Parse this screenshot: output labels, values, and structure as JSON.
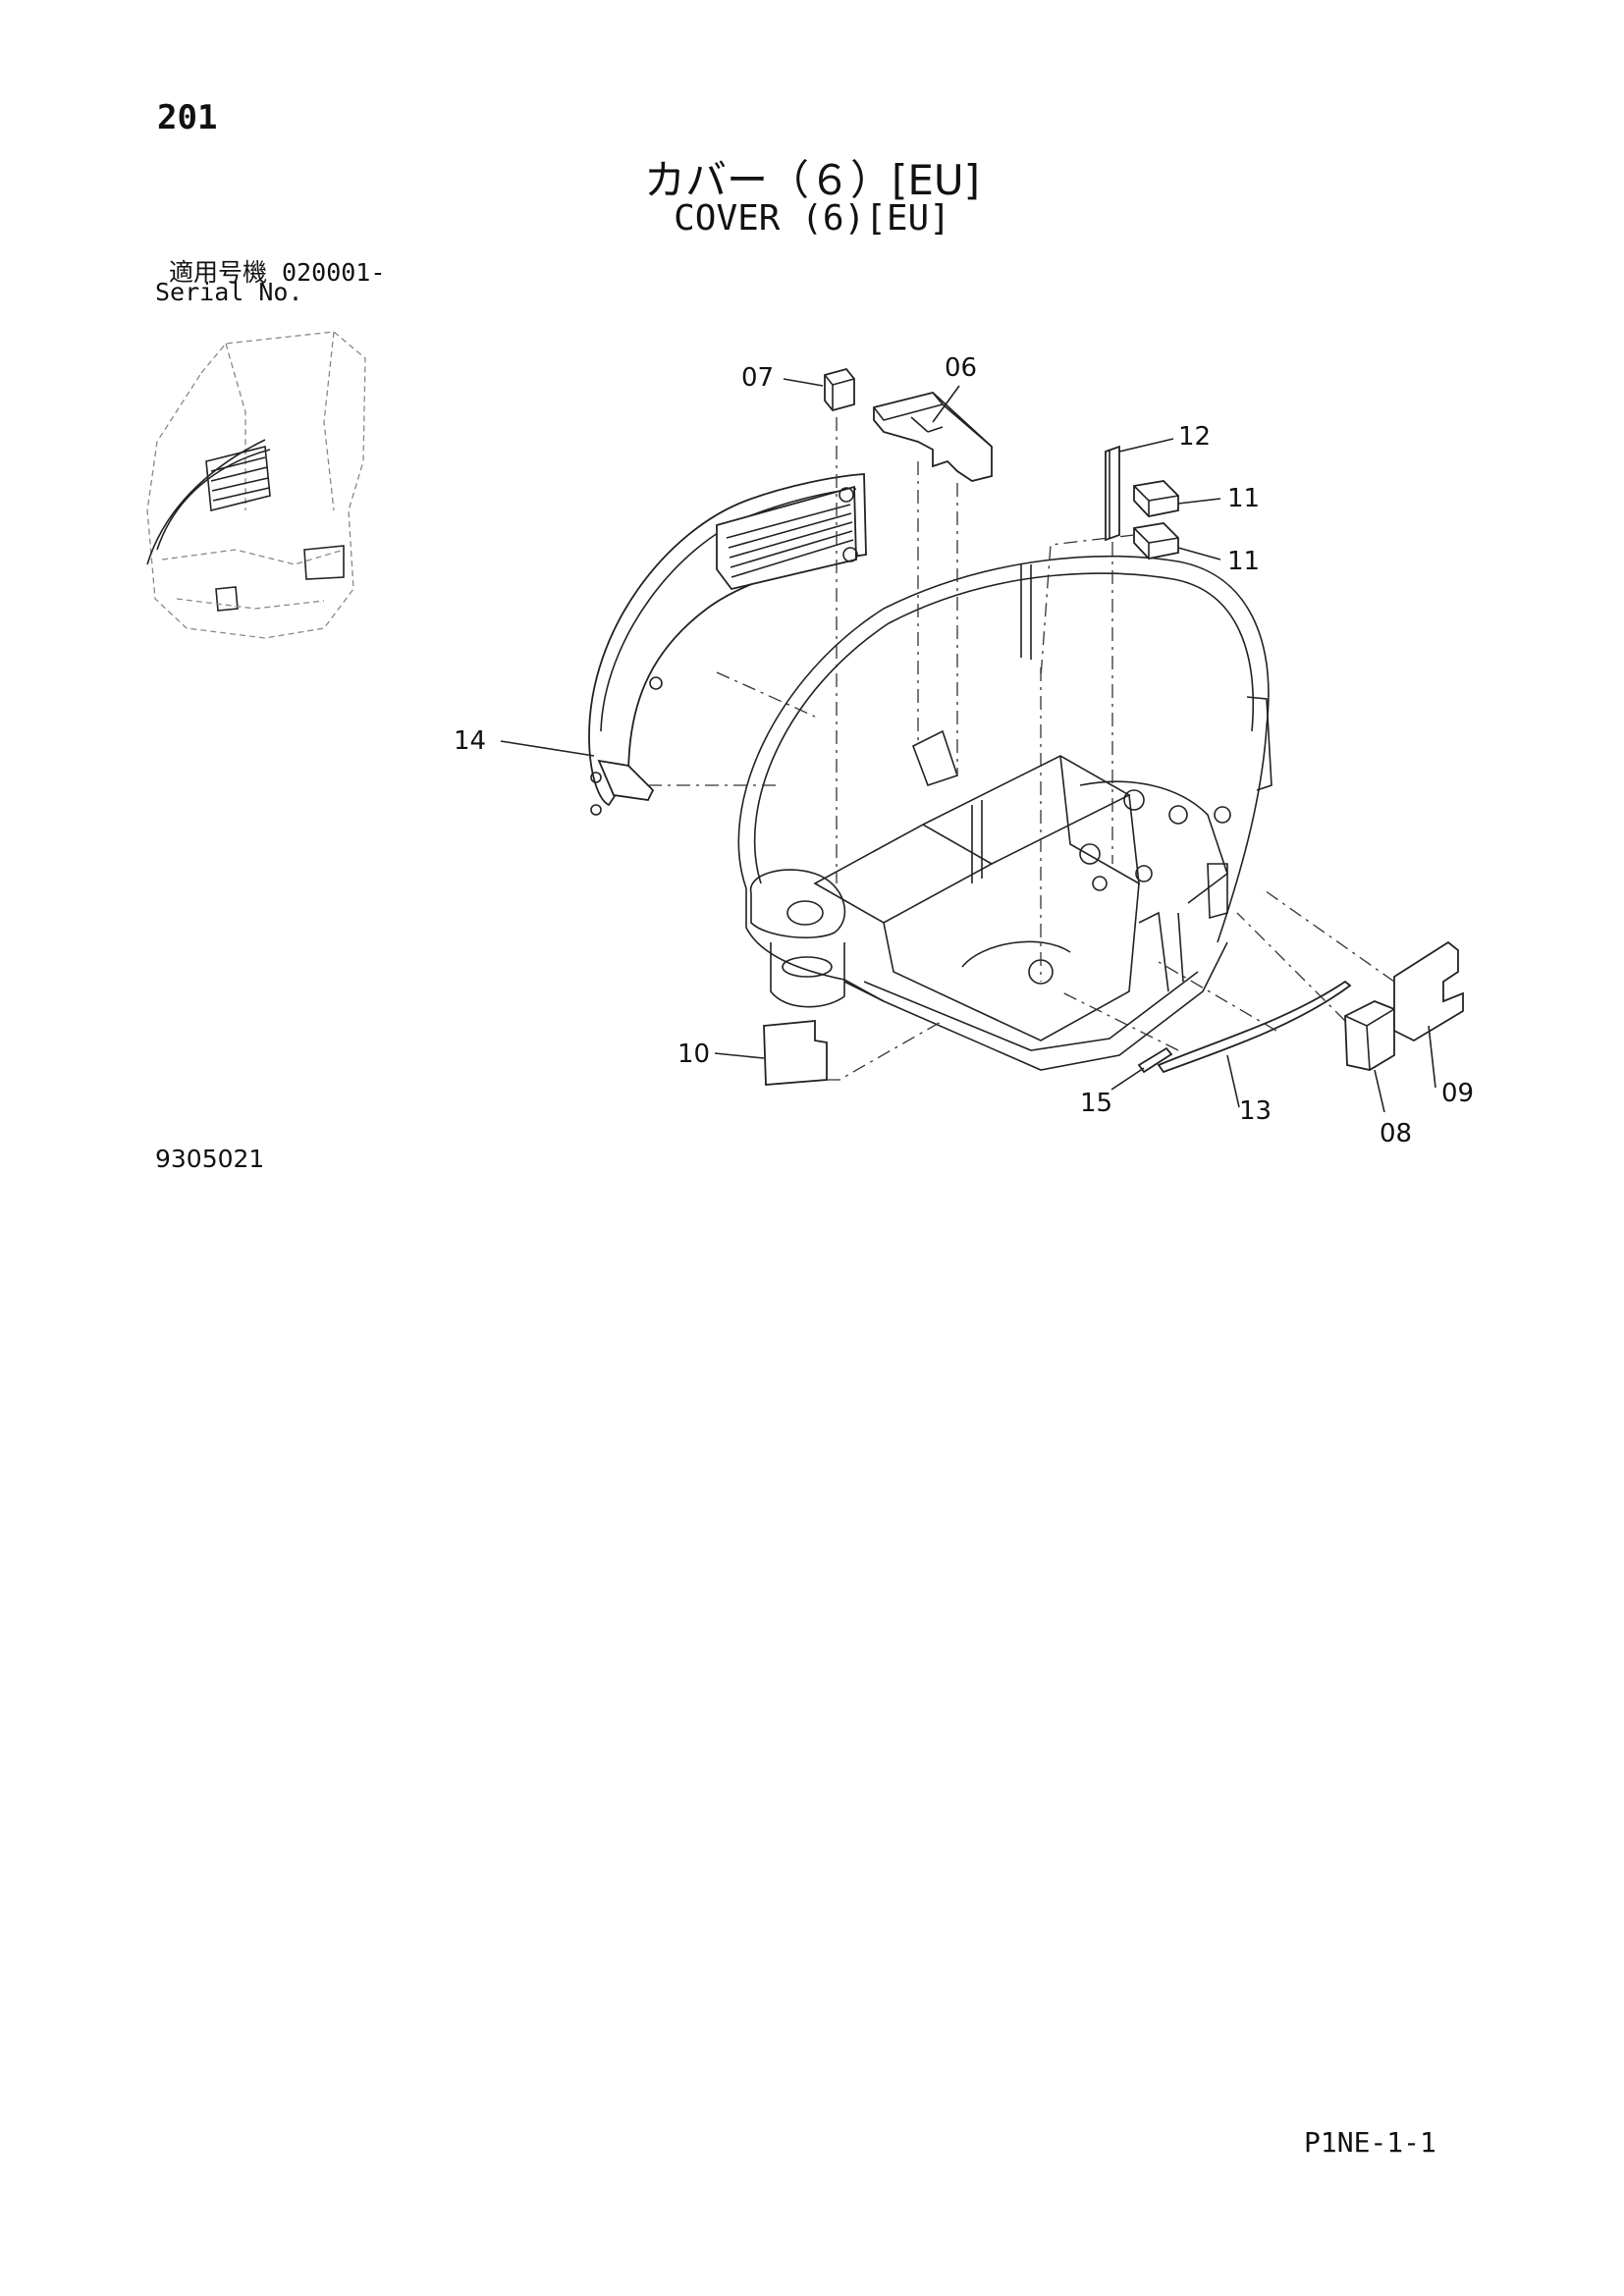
{
  "header": {
    "page_number": "201",
    "title_jp": "カバー（６）[EU]",
    "title_en": "COVER (6)[EU]",
    "serial_label_jp": "適用号機  020001-",
    "serial_label_en": "Serial No."
  },
  "callouts": [
    "07",
    "06",
    "12",
    "11",
    "11",
    "14",
    "10",
    "15",
    "13",
    "08",
    "09"
  ],
  "footer": {
    "drawing_number": "9305021",
    "page_code": "P1NE-1-1"
  }
}
